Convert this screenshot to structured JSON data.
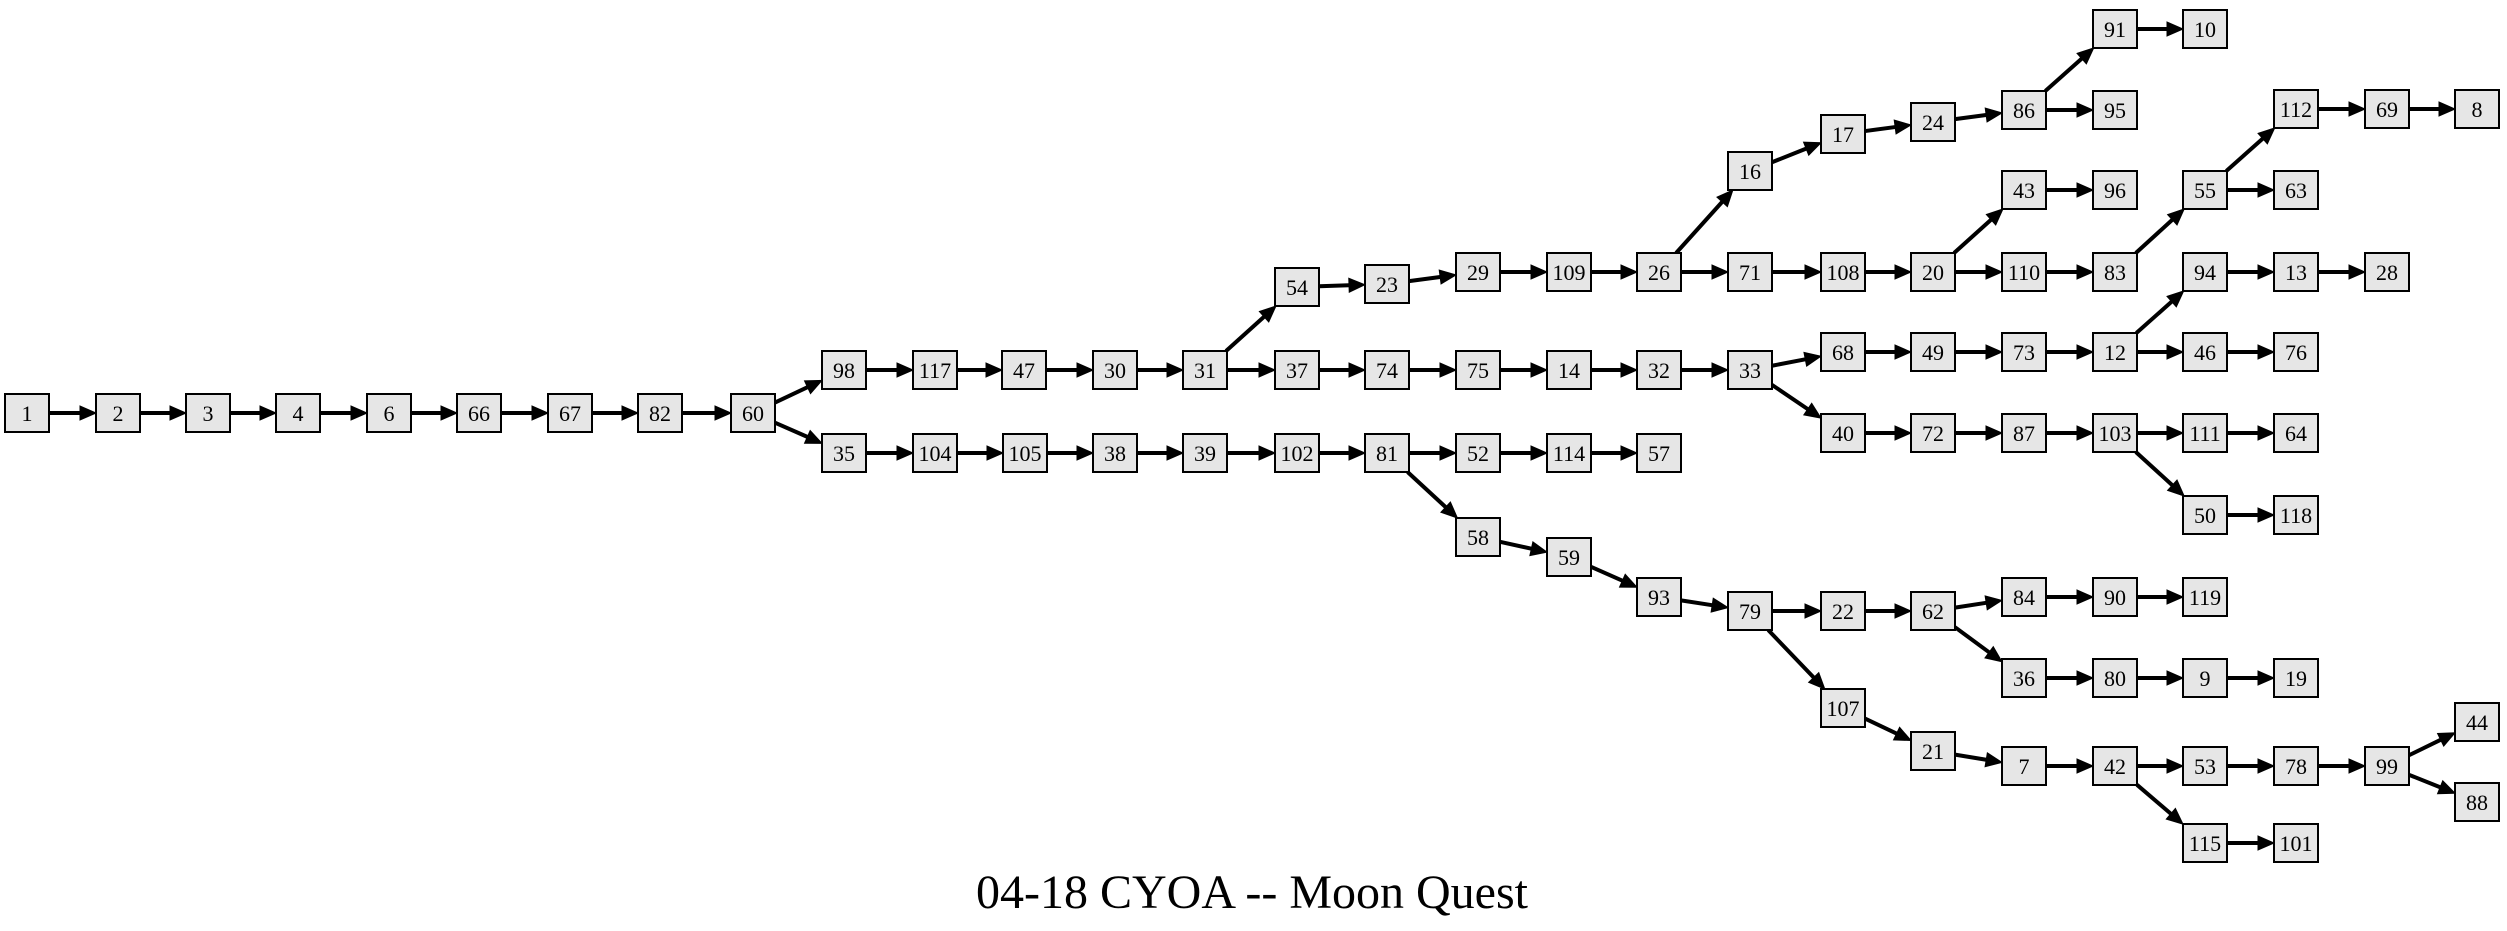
{
  "title": "04-18 CYOA -- Moon Quest",
  "colors": {
    "node_fill": "#e6e6e6",
    "node_stroke": "#000000",
    "edge": "#000000",
    "background": "#ffffff"
  },
  "nodes": [
    "1",
    "2",
    "3",
    "4",
    "6",
    "66",
    "67",
    "82",
    "60",
    "98",
    "35",
    "117",
    "47",
    "30",
    "31",
    "104",
    "105",
    "38",
    "39",
    "102",
    "81",
    "54",
    "37",
    "23",
    "74",
    "29",
    "75",
    "109",
    "14",
    "26",
    "32",
    "16",
    "71",
    "33",
    "17",
    "108",
    "24",
    "20",
    "86",
    "91",
    "10",
    "95",
    "43",
    "96",
    "110",
    "83",
    "55",
    "112",
    "69",
    "8",
    "63",
    "94",
    "13",
    "28",
    "68",
    "49",
    "73",
    "12",
    "46",
    "76",
    "40",
    "72",
    "87",
    "103",
    "111",
    "64",
    "50",
    "118",
    "52",
    "114",
    "57",
    "58",
    "59",
    "93",
    "79",
    "22",
    "62",
    "84",
    "90",
    "119",
    "36",
    "80",
    "9",
    "19",
    "107",
    "21",
    "7",
    "42",
    "53",
    "78",
    "99",
    "44",
    "88",
    "115",
    "101"
  ],
  "edges": [
    [
      "1",
      "2"
    ],
    [
      "2",
      "3"
    ],
    [
      "3",
      "4"
    ],
    [
      "4",
      "6"
    ],
    [
      "6",
      "66"
    ],
    [
      "66",
      "67"
    ],
    [
      "67",
      "82"
    ],
    [
      "82",
      "60"
    ],
    [
      "60",
      "98"
    ],
    [
      "60",
      "35"
    ],
    [
      "98",
      "117"
    ],
    [
      "117",
      "47"
    ],
    [
      "47",
      "30"
    ],
    [
      "30",
      "31"
    ],
    [
      "31",
      "54"
    ],
    [
      "31",
      "37"
    ],
    [
      "54",
      "23"
    ],
    [
      "23",
      "29"
    ],
    [
      "29",
      "109"
    ],
    [
      "109",
      "26"
    ],
    [
      "26",
      "16"
    ],
    [
      "26",
      "71"
    ],
    [
      "16",
      "17"
    ],
    [
      "17",
      "24"
    ],
    [
      "24",
      "86"
    ],
    [
      "86",
      "91"
    ],
    [
      "86",
      "95"
    ],
    [
      "91",
      "10"
    ],
    [
      "71",
      "108"
    ],
    [
      "108",
      "20"
    ],
    [
      "20",
      "43"
    ],
    [
      "20",
      "110"
    ],
    [
      "43",
      "96"
    ],
    [
      "110",
      "83"
    ],
    [
      "83",
      "55"
    ],
    [
      "55",
      "112"
    ],
    [
      "55",
      "63"
    ],
    [
      "112",
      "69"
    ],
    [
      "69",
      "8"
    ],
    [
      "37",
      "74"
    ],
    [
      "74",
      "75"
    ],
    [
      "75",
      "14"
    ],
    [
      "14",
      "32"
    ],
    [
      "32",
      "33"
    ],
    [
      "33",
      "68"
    ],
    [
      "33",
      "40"
    ],
    [
      "68",
      "49"
    ],
    [
      "49",
      "73"
    ],
    [
      "73",
      "12"
    ],
    [
      "12",
      "94"
    ],
    [
      "12",
      "46"
    ],
    [
      "94",
      "13"
    ],
    [
      "13",
      "28"
    ],
    [
      "46",
      "76"
    ],
    [
      "40",
      "72"
    ],
    [
      "72",
      "87"
    ],
    [
      "87",
      "103"
    ],
    [
      "103",
      "111"
    ],
    [
      "103",
      "50"
    ],
    [
      "111",
      "64"
    ],
    [
      "50",
      "118"
    ],
    [
      "35",
      "104"
    ],
    [
      "104",
      "105"
    ],
    [
      "105",
      "38"
    ],
    [
      "38",
      "39"
    ],
    [
      "39",
      "102"
    ],
    [
      "102",
      "81"
    ],
    [
      "81",
      "52"
    ],
    [
      "81",
      "58"
    ],
    [
      "52",
      "114"
    ],
    [
      "114",
      "57"
    ],
    [
      "58",
      "59"
    ],
    [
      "59",
      "93"
    ],
    [
      "93",
      "79"
    ],
    [
      "79",
      "22"
    ],
    [
      "79",
      "107"
    ],
    [
      "22",
      "62"
    ],
    [
      "62",
      "84"
    ],
    [
      "62",
      "36"
    ],
    [
      "84",
      "90"
    ],
    [
      "90",
      "119"
    ],
    [
      "36",
      "80"
    ],
    [
      "80",
      "9"
    ],
    [
      "9",
      "19"
    ],
    [
      "107",
      "21"
    ],
    [
      "21",
      "7"
    ],
    [
      "7",
      "42"
    ],
    [
      "42",
      "53"
    ],
    [
      "42",
      "115"
    ],
    [
      "53",
      "78"
    ],
    [
      "78",
      "99"
    ],
    [
      "99",
      "44"
    ],
    [
      "99",
      "88"
    ],
    [
      "115",
      "101"
    ]
  ]
}
